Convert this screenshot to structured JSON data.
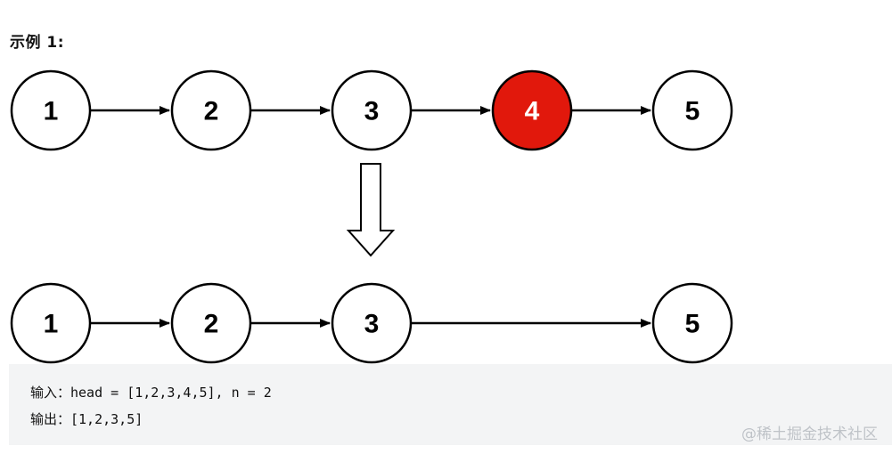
{
  "heading": "示例 1:",
  "diagram": {
    "before_list": {
      "nodes": [
        {
          "label": "1",
          "highlight": false
        },
        {
          "label": "2",
          "highlight": false
        },
        {
          "label": "3",
          "highlight": false
        },
        {
          "label": "4",
          "highlight": true
        },
        {
          "label": "5",
          "highlight": false
        }
      ]
    },
    "after_list": {
      "nodes": [
        {
          "label": "1"
        },
        {
          "label": "2"
        },
        {
          "label": "3"
        },
        {
          "label": "5"
        }
      ]
    },
    "colors": {
      "highlight_fill": "#e1180c",
      "node_fill": "#ffffff",
      "stroke": "#000000"
    }
  },
  "example": {
    "input_line": "输入：head = [1,2,3,4,5], n = 2",
    "output_line": "输出：[1,2,3,5]"
  },
  "watermark": "@稀土掘金技术社区"
}
